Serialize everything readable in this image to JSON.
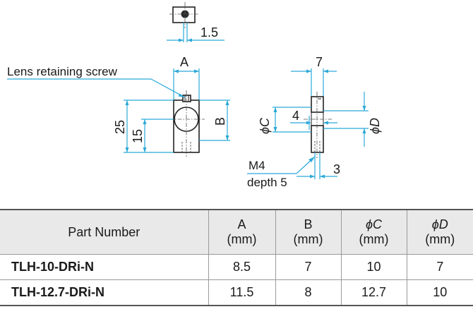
{
  "drawing": {
    "top_view_dim": "1.5",
    "label_A": "A",
    "label_B": "B",
    "label_25": "25",
    "label_15": "15",
    "label_7": "7",
    "label_4": "4",
    "label_3": "3",
    "label_C": "ϕC",
    "label_D": "ϕD",
    "callout_screw": "Lens retaining screw",
    "callout_thread": "M4",
    "callout_depth": "depth 5"
  },
  "table": {
    "headers": [
      {
        "line1": "Part Number",
        "line2": ""
      },
      {
        "line1": "A",
        "line2": "(mm)"
      },
      {
        "line1": "B",
        "line2": "(mm)"
      },
      {
        "line1": "ϕC",
        "line2": "(mm)"
      },
      {
        "line1": "ϕD",
        "line2": "(mm)"
      }
    ],
    "rows": [
      {
        "part": "TLH-10-DRi-N",
        "a": "8.5",
        "b": "7",
        "c": "10",
        "d": "7"
      },
      {
        "part": "TLH-12.7-DRi-N",
        "a": "11.5",
        "b": "8",
        "c": "12.7",
        "d": "10"
      }
    ]
  }
}
